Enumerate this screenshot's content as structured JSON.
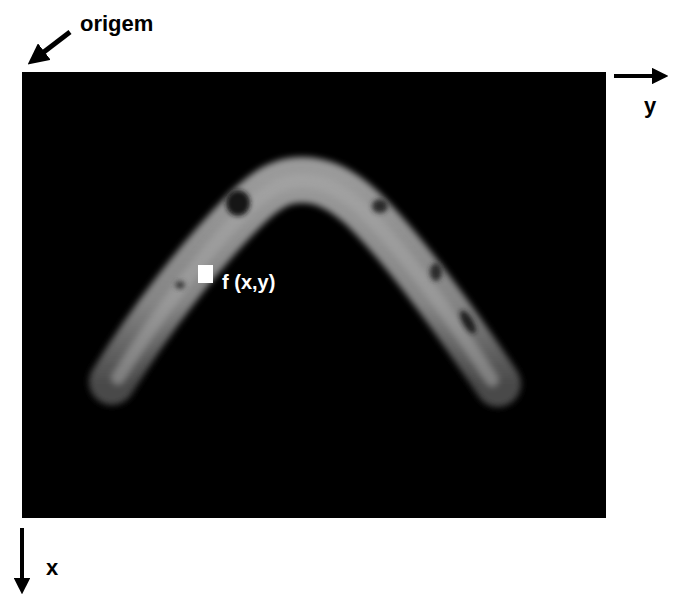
{
  "diagram": {
    "labels": [
      "origem",
      "y",
      "x",
      "f (x,y)"
    ]
  }
}
